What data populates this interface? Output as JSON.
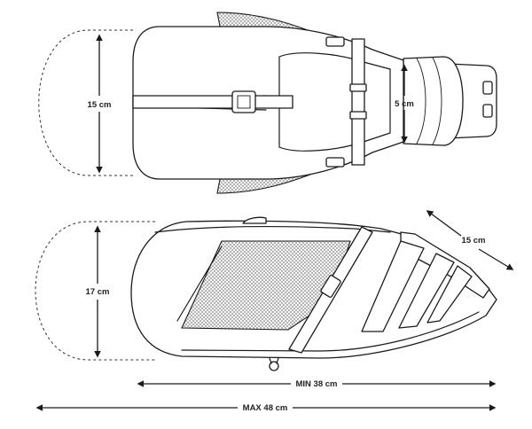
{
  "dimensions": {
    "top_height": "15 cm",
    "top_mount": "5 cm",
    "side_height": "17 cm",
    "diagonal": "15 cm",
    "min_length": "MIN 38 cm",
    "max_length": "MAX 48 cm"
  },
  "colors": {
    "line": "#1a1a1a",
    "mesh": "#9a9a9a",
    "background": "#ffffff"
  }
}
